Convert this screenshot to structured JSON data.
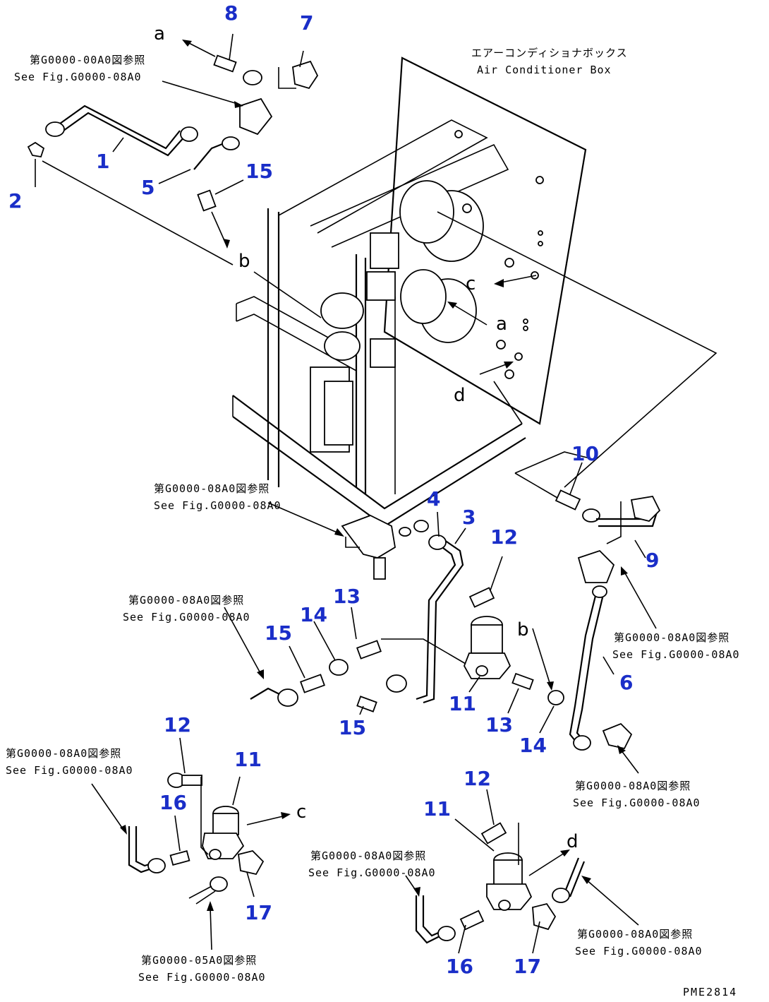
{
  "box_label": {
    "jp": "エアーコンディショナボックス",
    "en": "Air Conditioner Box"
  },
  "refs": {
    "r1": {
      "jp": "第G0000-00A0図参照",
      "en": "See Fig.G0000-08A0"
    },
    "r2": {
      "jp": "第G0000-08A0図参照",
      "en": "See Fig.G0000-08A0"
    },
    "r3": {
      "jp": "第G0000-08A0図参照",
      "en": "See Fig.G0000-08A0"
    },
    "r4": {
      "jp": "第G0000-08A0図参照",
      "en": "See Fig.G0000-08A0"
    },
    "r5": {
      "jp": "第G0000-08A0図参照",
      "en": "See Fig.G0000-08A0"
    },
    "r6": {
      "jp": "第G0000-08A0図参照",
      "en": "See Fig.G0000-08A0"
    },
    "r7": {
      "jp": "第G0000-08A0図参照",
      "en": "See Fig.G0000-08A0"
    },
    "r8": {
      "jp": "第G0000-05A0図参照",
      "en": "See Fig.G0000-08A0"
    },
    "r9": {
      "jp": "第G0000-08A0図参照",
      "en": "See Fig.G0000-08A0"
    }
  },
  "part_numbers": {
    "p1": "1",
    "p2": "2",
    "p3": "3",
    "p4": "4",
    "p5": "5",
    "p6": "6",
    "p7": "7",
    "p8": "8",
    "p9": "9",
    "p10": "10",
    "p11a": "11",
    "p11b": "11",
    "p11c": "11",
    "p12a": "12",
    "p12b": "12",
    "p12c": "12",
    "p13a": "13",
    "p13b": "13",
    "p14a": "14",
    "p14b": "14",
    "p15a": "15",
    "p15b": "15",
    "p15c": "15",
    "p16a": "16",
    "p16b": "16",
    "p17a": "17",
    "p17b": "17"
  },
  "letters": {
    "a1": "a",
    "a2": "a",
    "b1": "b",
    "b2": "b",
    "c1": "c",
    "c2": "c",
    "d1": "d",
    "d2": "d"
  },
  "drawing_code": "PME2814"
}
